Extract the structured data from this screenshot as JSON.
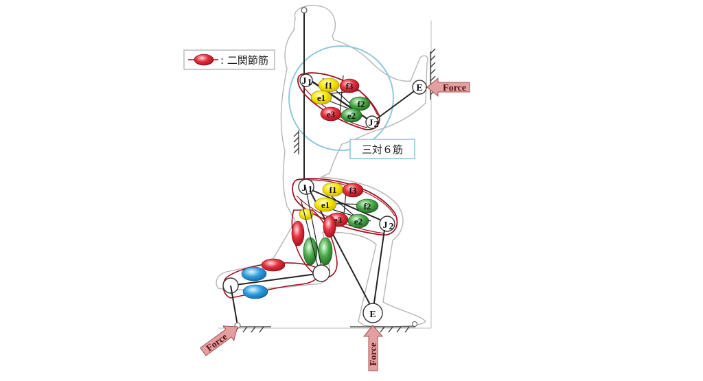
{
  "legend": {
    "text": ": 二関節筋",
    "muscle_color": "#d81f2e"
  },
  "callout": {
    "text": "三対６筋"
  },
  "arm": {
    "joint1": "J",
    "joint1_sub": "1",
    "joint2": "J",
    "joint2_sub": "2",
    "end": "E",
    "muscles": {
      "f1": "f1",
      "f2": "f2",
      "f3": "f3",
      "e1": "e1",
      "e2": "e2",
      "e3": "e3"
    }
  },
  "leg": {
    "joint1": "J",
    "joint1_sub": "1",
    "joint2": "J",
    "joint2_sub": "2",
    "end": "E",
    "muscles": {
      "f1": "f1",
      "f2": "f2",
      "f3": "f3",
      "e1": "e1",
      "e2": "e2",
      "e3": "e3"
    }
  },
  "forces": {
    "hand": "Force",
    "front_foot": "Force",
    "back_foot": "Force"
  },
  "colors": {
    "red_muscle": "#d81f2e",
    "yellow_muscle": "#f2e000",
    "green_muscle": "#3a9a3a",
    "blue_muscle": "#1e8fd8",
    "force_arrow": "#e2a0a0",
    "callout_circle": "#8fc8dc"
  }
}
